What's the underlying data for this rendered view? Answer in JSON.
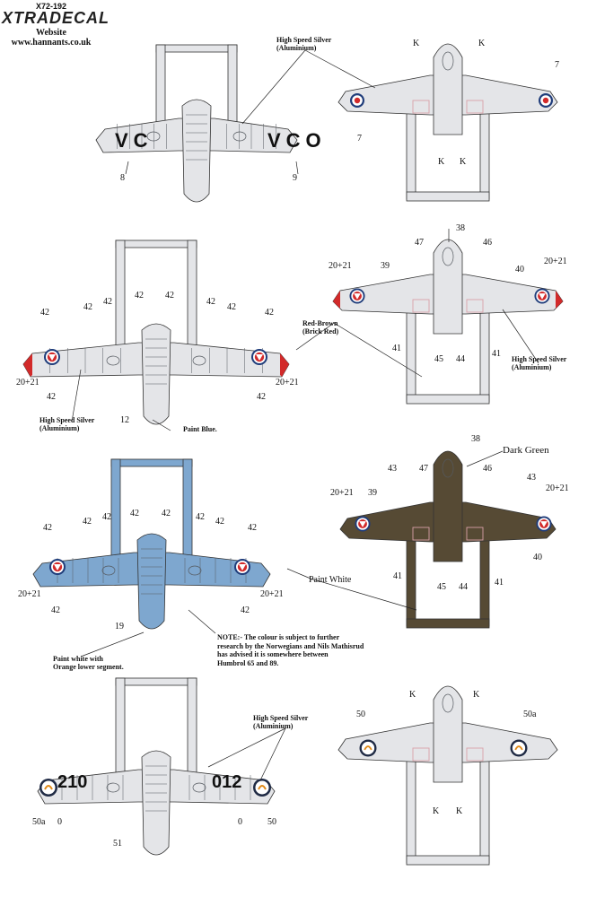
{
  "header": {
    "code": "X72-192",
    "brand": "XTRADECAL",
    "website_label": "Website",
    "url": "www.hannants.co.uk"
  },
  "colors": {
    "silver": "#e4e5e8",
    "panel": "#555a60",
    "blue": "#7ea7cf",
    "green": "#564a34",
    "red": "#d22a2a",
    "roundel_blue": "#1f3c7a"
  },
  "labels": {
    "hss_aluminium_1": "High Speed Silver\n(Aluminium)",
    "hss_aluminium_2": "High Speed Silver\n(Aluminium)",
    "hss_aluminium_3": "High Speed Silver\n(Aluminium)",
    "hss_aluminium_4": "High Speed Silver\n(Aluminium)",
    "red_brown": "Red-Brown\n(Brick Red)",
    "paint_blue": "Paint Blue.",
    "dark_green": "Dark Green",
    "paint_white": "Paint White",
    "paint_white_orange": "Paint white with\nOrange lower segment.",
    "note": "NOTE:- The colour is subject to further\nresearch by the Norwegians and Nils Mathisrud\nhas advised it is somewhere between\nHumbrol 65 and 89."
  },
  "codes": {
    "vc": "VC",
    "vco": "VCO",
    "n210": "210",
    "n012": "012"
  },
  "callouts": {
    "n7": "7",
    "n8": "8",
    "n9": "9",
    "k": "K",
    "n42": "42",
    "n2021": "20+21",
    "n12": "12",
    "n38": "38",
    "n47": "47",
    "n46": "46",
    "n39": "39",
    "n40": "40",
    "n41": "41",
    "n45": "45",
    "n44": "44",
    "n43": "43",
    "n19": "19",
    "n50": "50",
    "n50a": "50a",
    "n0": "0",
    "n51": "51"
  }
}
